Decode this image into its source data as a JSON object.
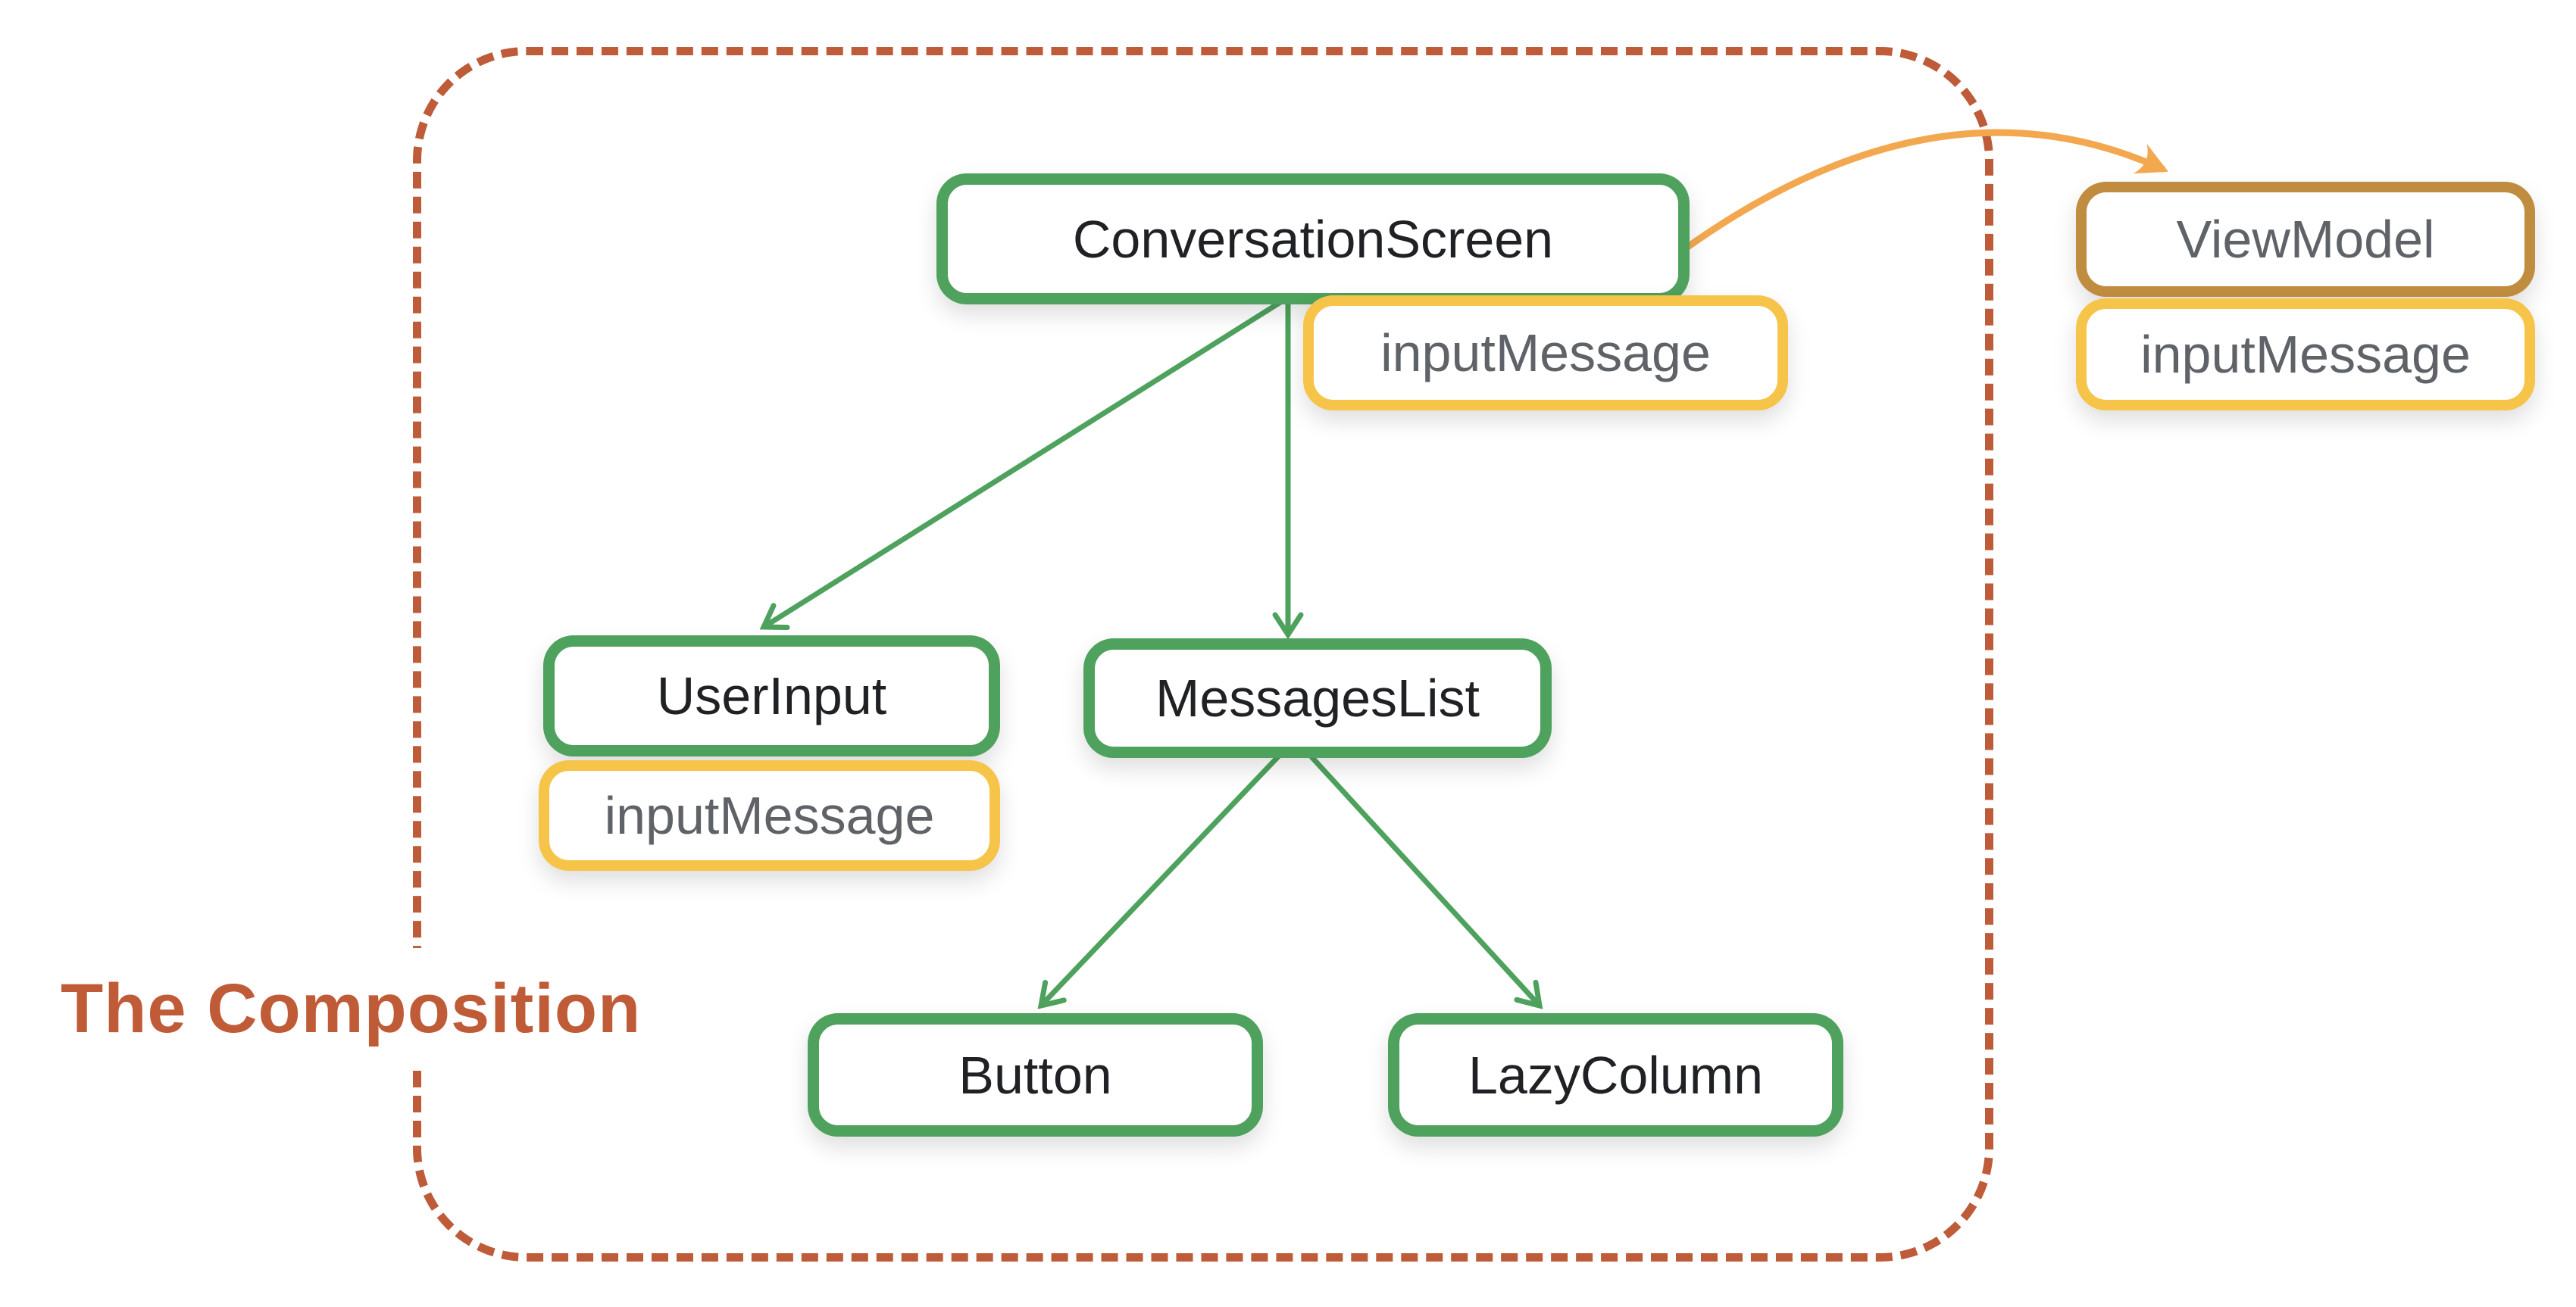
{
  "title": "The Composition",
  "nodes": {
    "conversation_screen": {
      "label": "ConversationScreen"
    },
    "input_message_main": {
      "label": "inputMessage"
    },
    "user_input": {
      "label": "UserInput"
    },
    "input_message_user": {
      "label": "inputMessage"
    },
    "messages_list": {
      "label": "MessagesList"
    },
    "button": {
      "label": "Button"
    },
    "lazy_column": {
      "label": "LazyColumn"
    },
    "view_model": {
      "label": "ViewModel"
    },
    "input_message_viewmodel": {
      "label": "inputMessage"
    }
  },
  "colors": {
    "green": "#4EA25D",
    "yellow": "#F7C44A",
    "brown": "#C08C40",
    "orange": "#F3A850",
    "terracotta": "#BE5B39",
    "terracotta_text": "#C05B38",
    "gray_text": "#5F6368",
    "black_text": "#202124"
  }
}
